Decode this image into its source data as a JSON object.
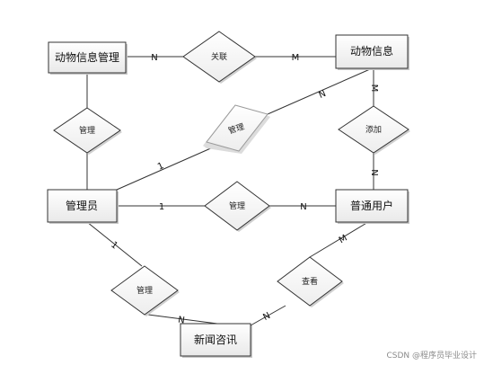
{
  "entities": {
    "animal_info_mgmt": "动物信息管理",
    "animal_info": "动物信息",
    "admin": "管理员",
    "user": "普通用户",
    "news": "新闻咨讯"
  },
  "relations": {
    "associate": "关联",
    "admin_manage_mgmt": "管理",
    "admin_manage_animal": "管理",
    "add": "添加",
    "admin_manage_user": "管理",
    "admin_manage_news": "管理",
    "view": "查看"
  },
  "cardinalities": {
    "mgmt_associate": "N",
    "associate_animal": "M",
    "admin_animal_admin_side": "1",
    "admin_animal_animal_side": "N",
    "animal_add": "M",
    "add_user": "N",
    "admin_user_admin_side": "1",
    "admin_user_user_side": "N",
    "admin_news_admin_side": "1",
    "admin_news_news_side": "N",
    "user_view": "M",
    "view_news": "N"
  },
  "watermark": "CSDN @程序员毕业设计",
  "colors": {
    "line": "#333333",
    "faded": "#9a9a9a",
    "shadow": "#bdbdbd"
  }
}
